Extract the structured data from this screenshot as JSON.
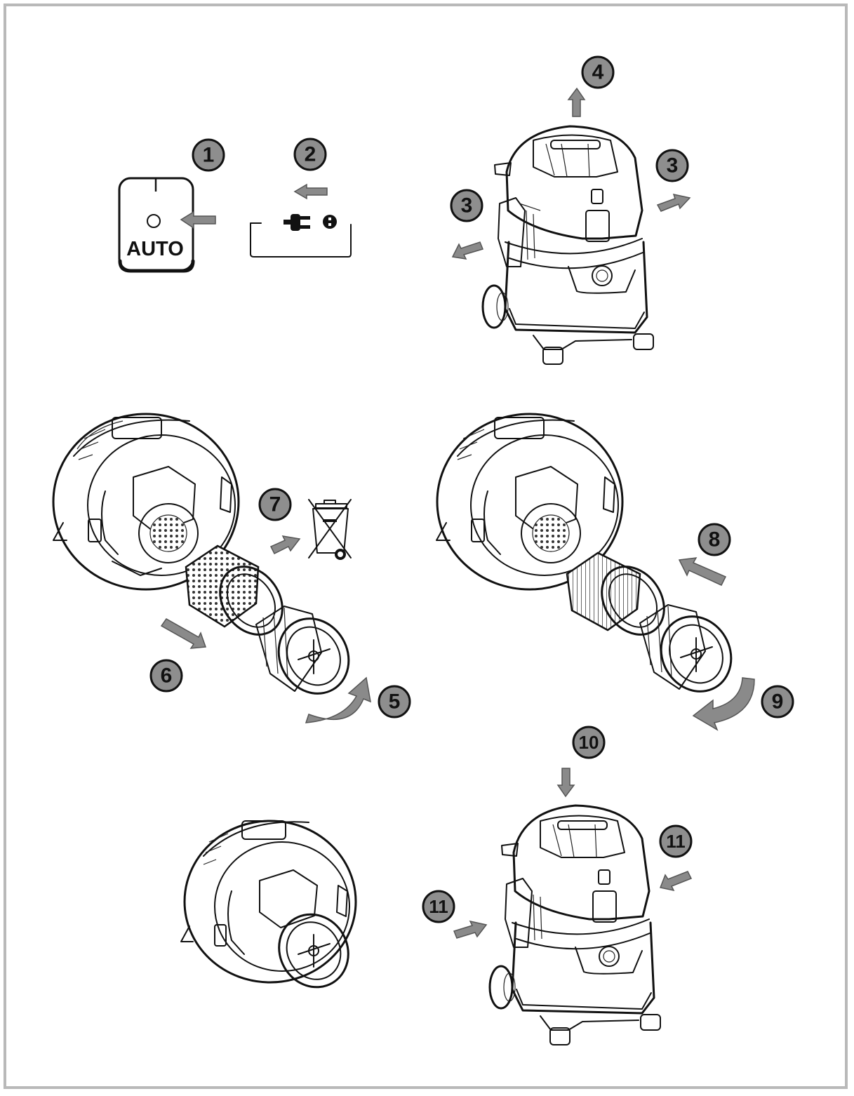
{
  "steps": {
    "s1": "1",
    "s2": "2",
    "s3a": "3",
    "s3b": "3",
    "s4": "4",
    "s5": "5",
    "s6": "6",
    "s7": "7",
    "s8": "8",
    "s9": "9",
    "s10": "10",
    "s11a": "11",
    "s11b": "11"
  },
  "switch_panel": {
    "on_mark": "I",
    "off_mark": "O",
    "auto_label": "AUTO"
  },
  "colors": {
    "badge_fill": "#8e8e8e",
    "arrow_fill": "#8a8a8a",
    "line": "#111111",
    "frame": "#b9b9b9"
  },
  "icons": {
    "plug": "power-plug-icon",
    "socket": "power-socket-icon",
    "recycle_bin": "crossed-out-wheelie-bin-icon"
  }
}
